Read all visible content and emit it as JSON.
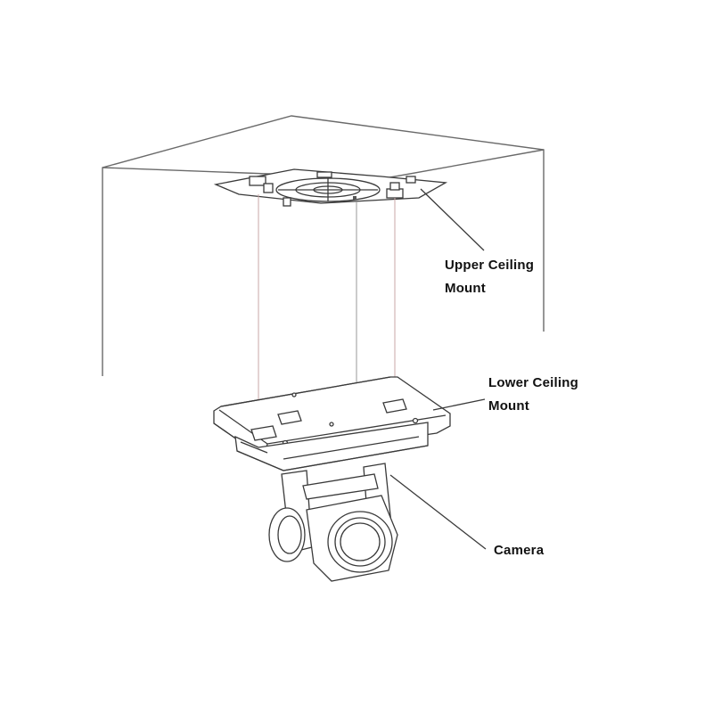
{
  "labels": {
    "upper_mount": [
      "Upper Ceiling",
      "Mount"
    ],
    "lower_mount": [
      "Lower Ceiling",
      "Mount"
    ],
    "camera": [
      "Camera"
    ]
  }
}
